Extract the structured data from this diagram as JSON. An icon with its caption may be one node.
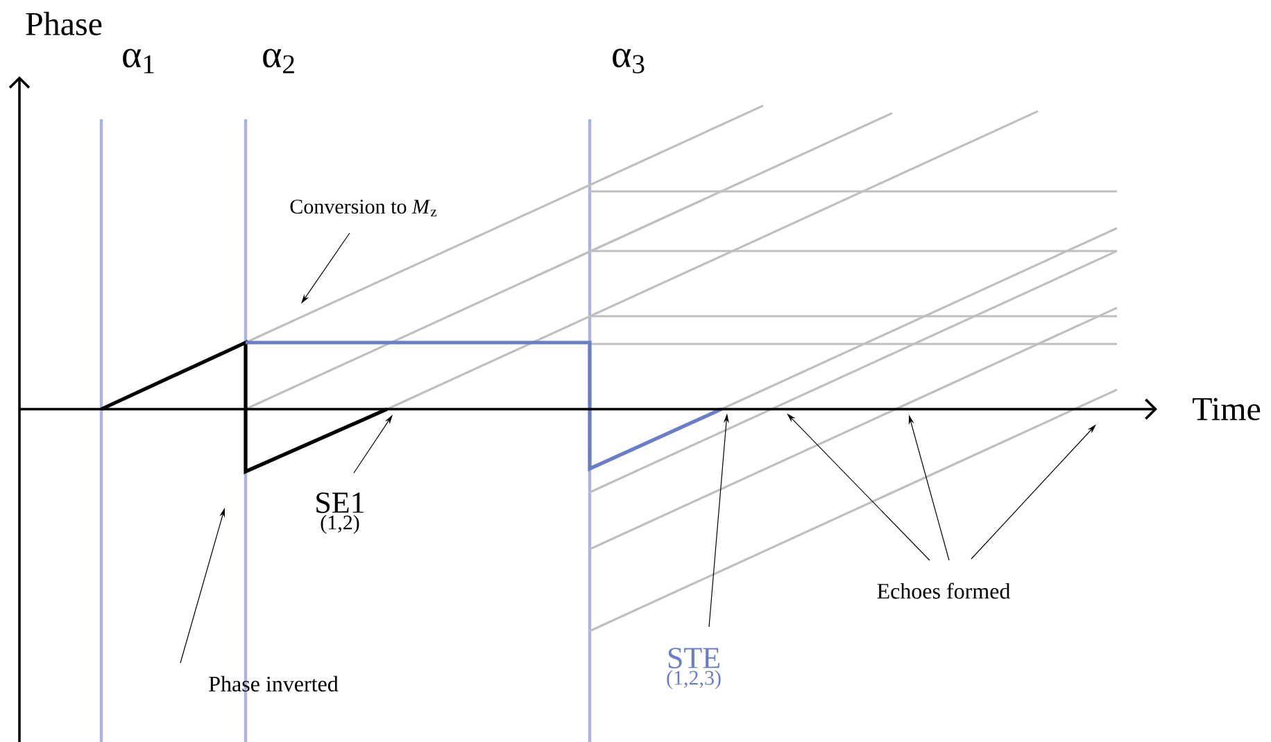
{
  "diagram": {
    "nodes": [
      {
        "text": [
          "Conversion to *M*$_{z}$"
        ]
      },
      {
        "text": [
          "Phase inverted"
        ]
      },
      {
        "text": [
          "SE1",
          "(1,2)"
        ]
      },
      {
        "text": [
          "STE",
          "(1,2,3)"
        ]
      },
      {
        "text": [
          "Echoes formed"
        ]
      }
    ],
    "edges": [
      {
        "from": 0,
        "to": null,
        "arrow": "to"
      },
      {
        "from": 1,
        "to": null,
        "arrow": "to"
      },
      {
        "from": 2,
        "to": null,
        "arrow": "to"
      },
      {
        "from": 3,
        "to": null,
        "arrow": "to"
      },
      {
        "from": 4,
        "to": null,
        "arrow": "to"
      },
      {
        "from": 4,
        "to": null,
        "arrow": "to"
      },
      {
        "from": 4,
        "to": null,
        "arrow": "to"
      }
    ],
    "labels": [
      "Phase",
      "α$_{1}$",
      "α$_{2}$",
      "α$_{3}$",
      "Time"
    ]
  }
}
